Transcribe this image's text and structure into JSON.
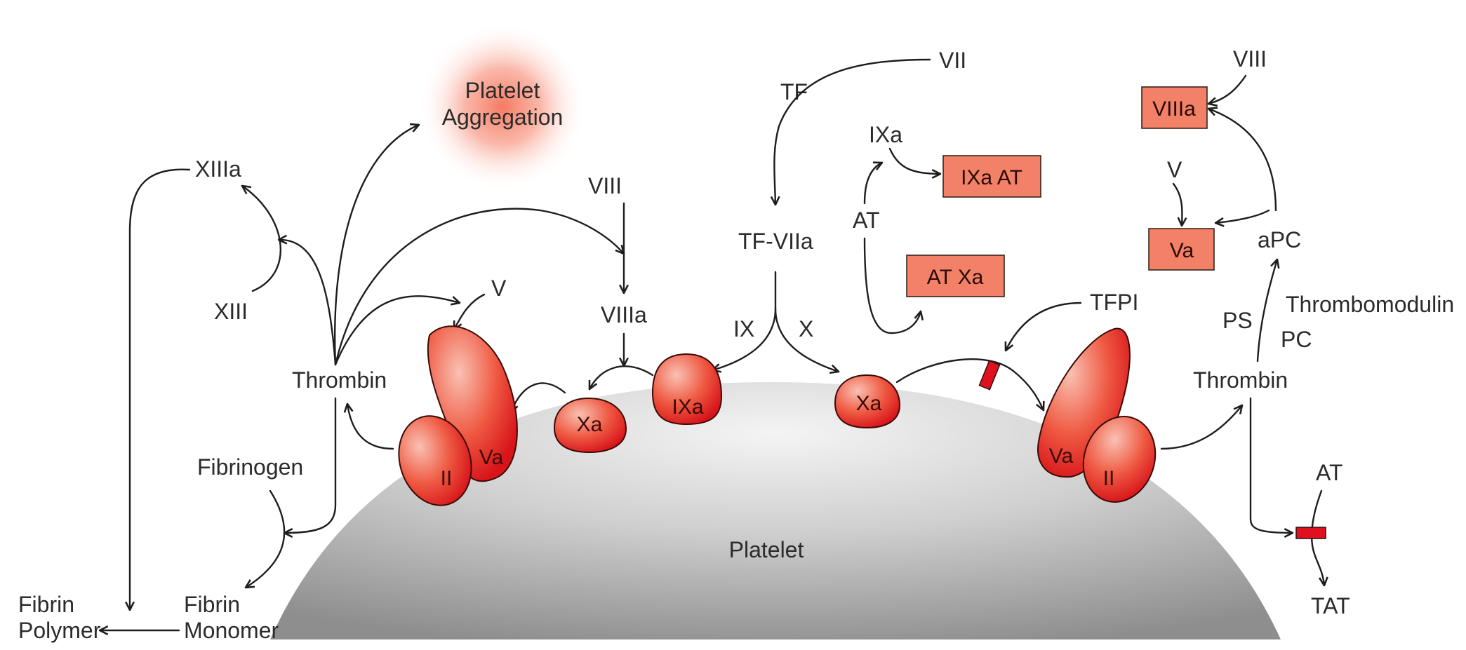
{
  "platelet_label": "Platelet",
  "aggregation": {
    "line1": "Platelet",
    "line2": "Aggregation"
  },
  "left": {
    "xiiia": "XIIIa",
    "xiii": "XIII",
    "thrombin": "Thrombin",
    "fibrinogen": "Fibrinogen",
    "fibrin_monomer_1": "Fibrin",
    "fibrin_monomer_2": "Monomer",
    "fibrin_polymer_1": "Fibrin",
    "fibrin_polymer_2": "Polymer",
    "v": "V",
    "viii": "VIII",
    "viiia": "VIIIa"
  },
  "center": {
    "vii": "VII",
    "tf": "TF",
    "tf_viia": "TF-VIIa",
    "ix": "IX",
    "x": "X",
    "ixa_free": "IXa",
    "at": "AT"
  },
  "right": {
    "tfpi": "TFPI",
    "viii": "VIII",
    "v": "V",
    "apc": "aPC",
    "ps": "PS",
    "pc": "PC",
    "thrombomodulin": "Thrombomodulin",
    "thrombin": "Thrombin",
    "at": "AT",
    "tat": "TAT"
  },
  "boxes": {
    "ixa_at": "IXa AT",
    "at_xa": "AT Xa",
    "viiia": "VIIIa",
    "va": "Va"
  },
  "proteins": {
    "left_va": "Va",
    "left_ii": "II",
    "xa_left": "Xa",
    "ixa": "IXa",
    "xa_right": "Xa",
    "right_va": "Va",
    "right_ii": "II"
  },
  "colors": {
    "protein_light": "#f7b1a2",
    "protein_dark": "#e8201a",
    "box_fill": "#f28168",
    "inhibitor": "#e0101e",
    "platelet_light": "#f2f2f2",
    "platelet_dark": "#8e8e8e",
    "glow": "#f5735a"
  }
}
